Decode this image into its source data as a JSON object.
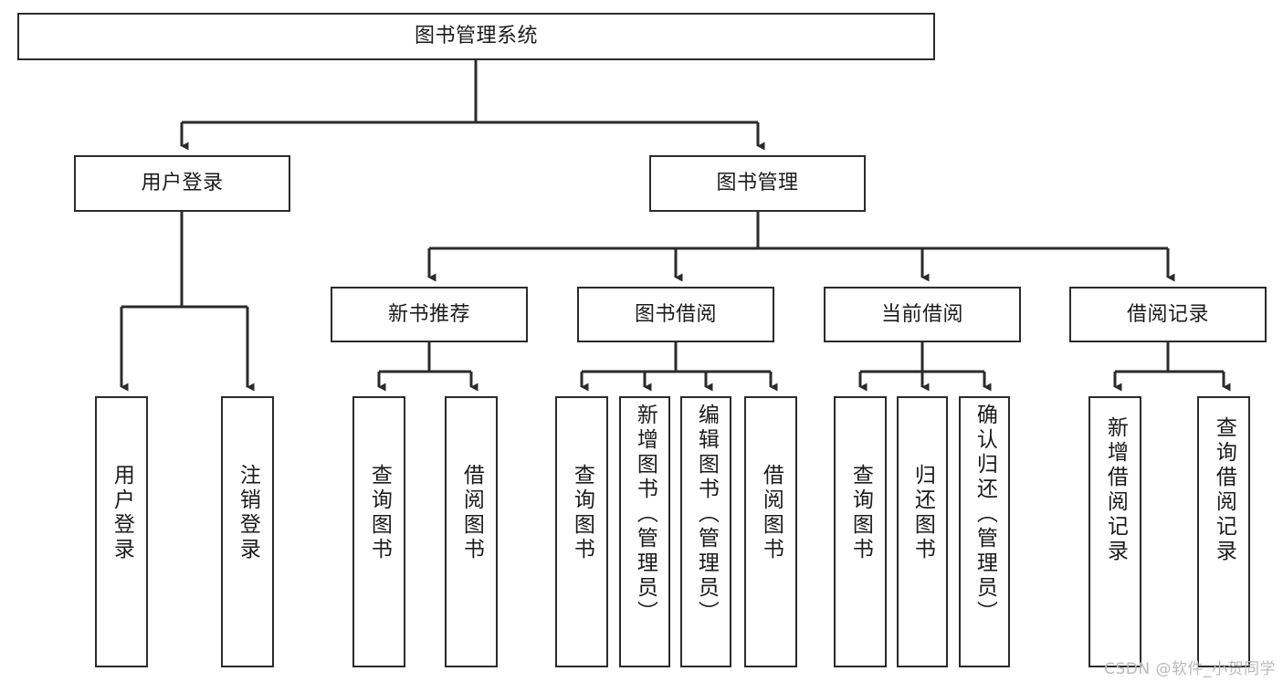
{
  "diagram": {
    "type": "tree",
    "title": "图书管理系统",
    "orientation": "top-down",
    "colors": {
      "box_border": "#2b2b2b",
      "box_fill": "#ffffff",
      "edge": "#2b2b2b",
      "text": "#1b1b1b",
      "watermark": "#b9b9b9",
      "background": "#ffffff"
    },
    "levels": [
      {
        "level": 1,
        "nodes": [
          {
            "id": "root",
            "label": "图书管理系统",
            "orientation": "horizontal"
          }
        ]
      },
      {
        "level": 2,
        "nodes": [
          {
            "id": "user-login",
            "label": "用户登录",
            "orientation": "horizontal",
            "parent": "root"
          },
          {
            "id": "book-manage",
            "label": "图书管理",
            "orientation": "horizontal",
            "parent": "root"
          }
        ]
      },
      {
        "level": 3,
        "nodes": [
          {
            "id": "new-book-rec",
            "label": "新书推荐",
            "orientation": "horizontal",
            "parent": "book-manage"
          },
          {
            "id": "book-borrow",
            "label": "图书借阅",
            "orientation": "horizontal",
            "parent": "book-manage"
          },
          {
            "id": "current-borrow",
            "label": "当前借阅",
            "orientation": "horizontal",
            "parent": "book-manage"
          },
          {
            "id": "borrow-record",
            "label": "借阅记录",
            "orientation": "horizontal",
            "parent": "book-manage"
          }
        ]
      },
      {
        "level": 4,
        "nodes": [
          {
            "id": "leaf-user-login",
            "label": "用户登录",
            "orientation": "vertical",
            "parent": "user-login"
          },
          {
            "id": "leaf-logout",
            "label": "注销登录",
            "orientation": "vertical",
            "parent": "user-login"
          },
          {
            "id": "leaf-query-book-1",
            "label": "查询图书",
            "orientation": "vertical",
            "parent": "new-book-rec"
          },
          {
            "id": "leaf-borrow-book-1",
            "label": "借阅图书",
            "orientation": "vertical",
            "parent": "new-book-rec"
          },
          {
            "id": "leaf-query-book-2",
            "label": "查询图书",
            "orientation": "vertical",
            "parent": "book-borrow"
          },
          {
            "id": "leaf-add-book",
            "label": "新增图书（管理员）",
            "orientation": "vertical",
            "parent": "book-borrow"
          },
          {
            "id": "leaf-edit-book",
            "label": "编辑图书（管理员）",
            "orientation": "vertical",
            "parent": "book-borrow"
          },
          {
            "id": "leaf-borrow-book-2",
            "label": "借阅图书",
            "orientation": "vertical",
            "parent": "book-borrow"
          },
          {
            "id": "leaf-query-book-3",
            "label": "查询图书",
            "orientation": "vertical",
            "parent": "current-borrow"
          },
          {
            "id": "leaf-return-book",
            "label": "归还图书",
            "orientation": "vertical",
            "parent": "current-borrow"
          },
          {
            "id": "leaf-confirm-return",
            "label": "确认归还（管理员）",
            "orientation": "vertical",
            "parent": "current-borrow"
          },
          {
            "id": "leaf-add-record",
            "label": "新增借阅记录",
            "orientation": "vertical",
            "parent": "borrow-record"
          },
          {
            "id": "leaf-query-record",
            "label": "查询借阅记录",
            "orientation": "vertical",
            "parent": "borrow-record"
          }
        ]
      }
    ]
  },
  "watermark": {
    "text": "CSDN @软件_小贺同学"
  }
}
